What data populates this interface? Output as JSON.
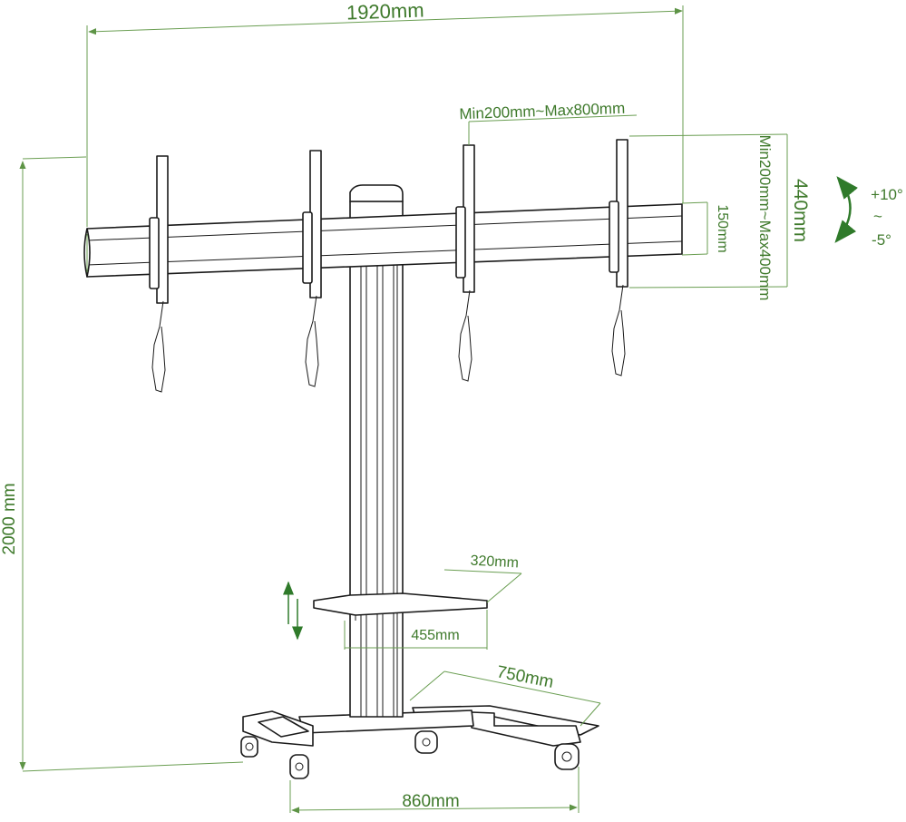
{
  "colors": {
    "dimension": "#3f7a2c",
    "line": "#1a1a1a",
    "background": "#ffffff"
  },
  "labels": {
    "overall_width": "1920mm",
    "vesa_horizontal": "Min200mm~Max800mm",
    "vesa_vertical": "Min200mm~Max400mm",
    "bracket_height": "440mm",
    "beam_height": "150mm",
    "tilt_up": "+10°",
    "tilt_sep": "~",
    "tilt_down": "-5°",
    "overall_height": "2000 mm",
    "shelf_depth": "320mm",
    "shelf_width": "455mm",
    "base_depth": "750mm",
    "base_width": "860mm"
  },
  "icons": [
    "tilt-arrow-icon",
    "up-down-arrow-icon"
  ]
}
